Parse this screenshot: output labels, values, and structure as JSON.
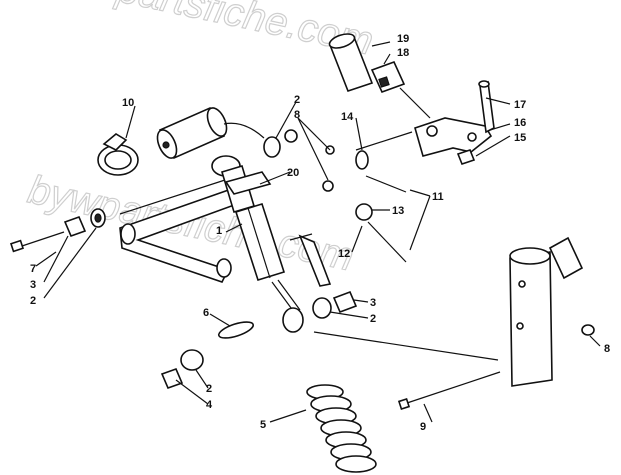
{
  "watermark": "bywpartsfiche.com",
  "callouts": [
    {
      "id": "lbl-19",
      "text": "19"
    },
    {
      "id": "lbl-18",
      "text": "18"
    },
    {
      "id": "lbl-10",
      "text": "10"
    },
    {
      "id": "lbl-2a",
      "text": "2"
    },
    {
      "id": "lbl-8a",
      "text": "8"
    },
    {
      "id": "lbl-14",
      "text": "14"
    },
    {
      "id": "lbl-17",
      "text": "17"
    },
    {
      "id": "lbl-16",
      "text": "16"
    },
    {
      "id": "lbl-15",
      "text": "15"
    },
    {
      "id": "lbl-20",
      "text": "20"
    },
    {
      "id": "lbl-11",
      "text": "11"
    },
    {
      "id": "lbl-13",
      "text": "13"
    },
    {
      "id": "lbl-1",
      "text": "1"
    },
    {
      "id": "lbl-12",
      "text": "12"
    },
    {
      "id": "lbl-7",
      "text": "7"
    },
    {
      "id": "lbl-3a",
      "text": "3"
    },
    {
      "id": "lbl-2b",
      "text": "2"
    },
    {
      "id": "lbl-6",
      "text": "6"
    },
    {
      "id": "lbl-3b",
      "text": "3"
    },
    {
      "id": "lbl-2c",
      "text": "2"
    },
    {
      "id": "lbl-8b",
      "text": "8"
    },
    {
      "id": "lbl-2d",
      "text": "2"
    },
    {
      "id": "lbl-4",
      "text": "4"
    },
    {
      "id": "lbl-5",
      "text": "5"
    },
    {
      "id": "lbl-9",
      "text": "9"
    }
  ]
}
